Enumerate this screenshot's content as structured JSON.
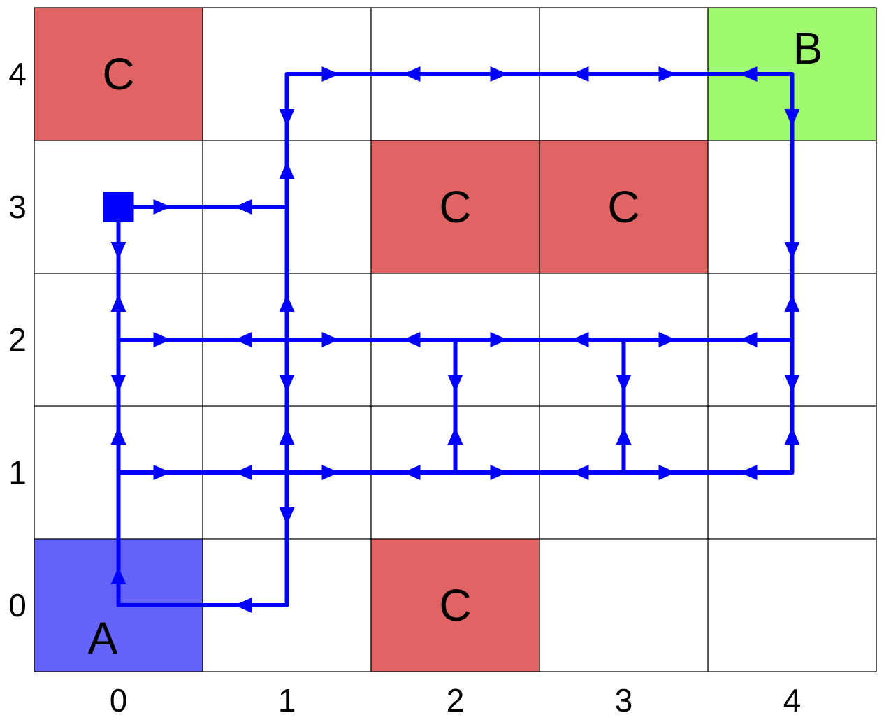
{
  "grid": {
    "columns": 5,
    "rows": 5,
    "x_ticks": [
      "0",
      "1",
      "2",
      "3",
      "4"
    ],
    "y_ticks": [
      "0",
      "1",
      "2",
      "3",
      "4"
    ]
  },
  "colors": {
    "cost_cell": "#e06464",
    "start_cell": "#6464fa",
    "goal_cell": "#a0fa6e",
    "path": "#0000ff",
    "grid_line": "#000000"
  },
  "special_cells": [
    {
      "x": 0,
      "y": 4,
      "label": "C",
      "kind": "cost"
    },
    {
      "x": 2,
      "y": 3,
      "label": "C",
      "kind": "cost"
    },
    {
      "x": 3,
      "y": 3,
      "label": "C",
      "kind": "cost"
    },
    {
      "x": 2,
      "y": 0,
      "label": "C",
      "kind": "cost"
    },
    {
      "x": 0,
      "y": 0,
      "label": "A",
      "kind": "start"
    },
    {
      "x": 4,
      "y": 4,
      "label": "B",
      "kind": "goal"
    }
  ],
  "agent": {
    "x": 0,
    "y": 3,
    "icon": "square-marker-icon"
  },
  "route_edges": [
    {
      "from": [
        0,
        0
      ],
      "to": [
        0,
        1
      ],
      "arrows": [
        "up"
      ]
    },
    {
      "from": [
        1,
        0
      ],
      "to": [
        0,
        0
      ],
      "arrows": [
        "left"
      ]
    },
    {
      "from": [
        1,
        1
      ],
      "to": [
        1,
        0
      ],
      "arrows": [
        "down"
      ]
    },
    {
      "from": [
        0,
        1
      ],
      "to": [
        0,
        2
      ],
      "arrows": [
        "up",
        "down"
      ]
    },
    {
      "from": [
        0,
        1
      ],
      "to": [
        1,
        1
      ],
      "arrows": [
        "right",
        "left"
      ]
    },
    {
      "from": [
        1,
        1
      ],
      "to": [
        2,
        1
      ],
      "arrows": [
        "right",
        "left"
      ]
    },
    {
      "from": [
        2,
        1
      ],
      "to": [
        3,
        1
      ],
      "arrows": [
        "right",
        "left"
      ]
    },
    {
      "from": [
        3,
        1
      ],
      "to": [
        4,
        1
      ],
      "arrows": [
        "right",
        "left"
      ]
    },
    {
      "from": [
        0,
        2
      ],
      "to": [
        1,
        2
      ],
      "arrows": [
        "right",
        "left"
      ]
    },
    {
      "from": [
        1,
        2
      ],
      "to": [
        2,
        2
      ],
      "arrows": [
        "right",
        "left"
      ]
    },
    {
      "from": [
        2,
        2
      ],
      "to": [
        3,
        2
      ],
      "arrows": [
        "right",
        "left"
      ]
    },
    {
      "from": [
        3,
        2
      ],
      "to": [
        4,
        2
      ],
      "arrows": [
        "right",
        "left"
      ]
    },
    {
      "from": [
        1,
        1
      ],
      "to": [
        1,
        2
      ],
      "arrows": [
        "up",
        "down"
      ]
    },
    {
      "from": [
        2,
        1
      ],
      "to": [
        2,
        2
      ],
      "arrows": [
        "up",
        "down"
      ]
    },
    {
      "from": [
        3,
        1
      ],
      "to": [
        3,
        2
      ],
      "arrows": [
        "up",
        "down"
      ]
    },
    {
      "from": [
        4,
        1
      ],
      "to": [
        4,
        2
      ],
      "arrows": [
        "up",
        "down"
      ]
    },
    {
      "from": [
        0,
        2
      ],
      "to": [
        0,
        3
      ],
      "arrows": [
        "up",
        "down"
      ]
    },
    {
      "from": [
        1,
        2
      ],
      "to": [
        1,
        3
      ],
      "arrows": [
        "up"
      ]
    },
    {
      "from": [
        1,
        3
      ],
      "to": [
        0,
        3
      ],
      "arrows": [
        "right",
        "left"
      ]
    },
    {
      "from": [
        1,
        3
      ],
      "to": [
        1,
        4
      ],
      "arrows": [
        "up",
        "down"
      ]
    },
    {
      "from": [
        1,
        4
      ],
      "to": [
        2,
        4
      ],
      "arrows": [
        "right",
        "left"
      ]
    },
    {
      "from": [
        2,
        4
      ],
      "to": [
        3,
        4
      ],
      "arrows": [
        "right",
        "left"
      ]
    },
    {
      "from": [
        3,
        4
      ],
      "to": [
        4,
        4
      ],
      "arrows": [
        "right",
        "left"
      ]
    },
    {
      "from": [
        4,
        4
      ],
      "to": [
        4,
        3
      ],
      "arrows": [
        "down"
      ]
    },
    {
      "from": [
        4,
        3
      ],
      "to": [
        4,
        2
      ],
      "arrows": [
        "up",
        "down"
      ]
    }
  ]
}
